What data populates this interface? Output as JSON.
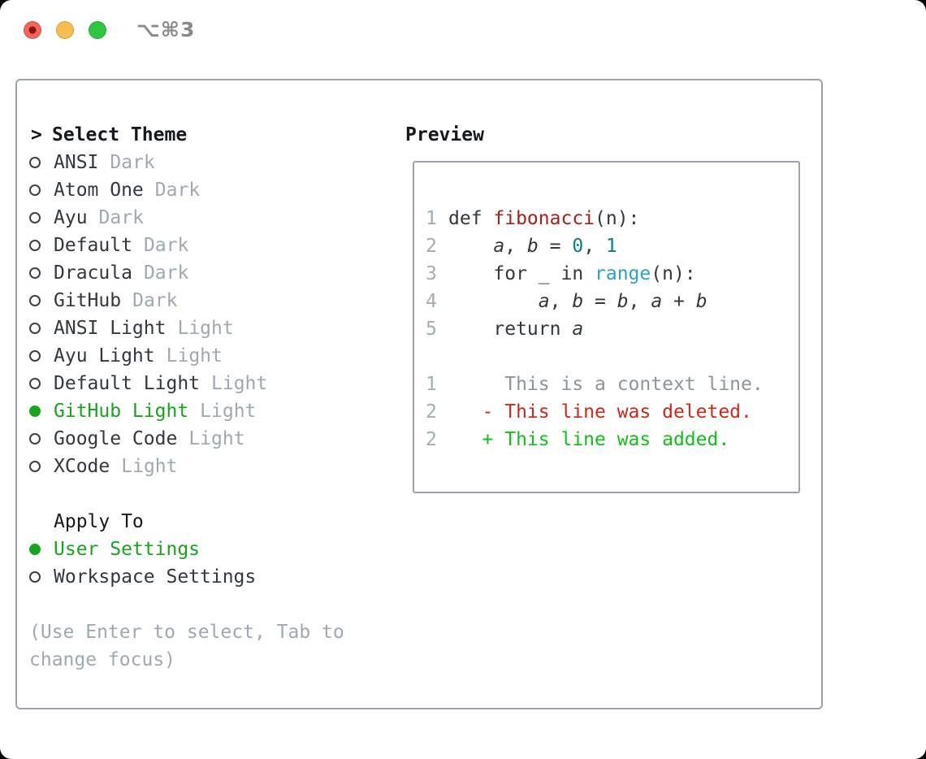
{
  "window": {
    "title": "⌥⌘3"
  },
  "theme_panel": {
    "header_prefix": ">",
    "header": "Select Theme",
    "items": [
      {
        "name": "ANSI",
        "variant": "Dark",
        "selected": false
      },
      {
        "name": "Atom One",
        "variant": "Dark",
        "selected": false
      },
      {
        "name": "Ayu",
        "variant": "Dark",
        "selected": false
      },
      {
        "name": "Default",
        "variant": "Dark",
        "selected": false
      },
      {
        "name": "Dracula",
        "variant": "Dark",
        "selected": false
      },
      {
        "name": "GitHub",
        "variant": "Dark",
        "selected": false
      },
      {
        "name": "ANSI Light",
        "variant": "Light",
        "selected": false
      },
      {
        "name": "Ayu Light",
        "variant": "Light",
        "selected": false
      },
      {
        "name": "Default Light",
        "variant": "Light",
        "selected": false
      },
      {
        "name": "GitHub Light",
        "variant": "Light",
        "selected": true
      },
      {
        "name": "Google Code",
        "variant": "Light",
        "selected": false
      },
      {
        "name": "XCode",
        "variant": "Light",
        "selected": false
      }
    ],
    "apply_to": {
      "header": "Apply To",
      "options": [
        {
          "label": "User Settings",
          "selected": true
        },
        {
          "label": "Workspace Settings",
          "selected": false
        }
      ]
    },
    "hint_line1": "(Use Enter to select, Tab to",
    "hint_line2": "change focus)"
  },
  "preview": {
    "header": "Preview",
    "code_lines": [
      {
        "num": "1",
        "tokens": [
          {
            "t": "def ",
            "c": "code"
          },
          {
            "t": "fibonacci",
            "c": "func"
          },
          {
            "t": "(n):",
            "c": "code"
          }
        ]
      },
      {
        "num": "2",
        "tokens": [
          {
            "t": "    ",
            "c": "code"
          },
          {
            "t": "a",
            "c": "var"
          },
          {
            "t": ", ",
            "c": "code"
          },
          {
            "t": "b",
            "c": "var"
          },
          {
            "t": " = ",
            "c": "code"
          },
          {
            "t": "0",
            "c": "num"
          },
          {
            "t": ", ",
            "c": "code"
          },
          {
            "t": "1",
            "c": "num"
          }
        ]
      },
      {
        "num": "3",
        "tokens": [
          {
            "t": "    for _ in ",
            "c": "code"
          },
          {
            "t": "range",
            "c": "builtin"
          },
          {
            "t": "(n):",
            "c": "code"
          }
        ]
      },
      {
        "num": "4",
        "tokens": [
          {
            "t": "        ",
            "c": "code"
          },
          {
            "t": "a",
            "c": "var"
          },
          {
            "t": ", ",
            "c": "code"
          },
          {
            "t": "b",
            "c": "var"
          },
          {
            "t": " = ",
            "c": "code"
          },
          {
            "t": "b",
            "c": "var"
          },
          {
            "t": ", ",
            "c": "code"
          },
          {
            "t": "a",
            "c": "var"
          },
          {
            "t": " + ",
            "c": "code"
          },
          {
            "t": "b",
            "c": "var"
          }
        ]
      },
      {
        "num": "5",
        "tokens": [
          {
            "t": "    return ",
            "c": "code"
          },
          {
            "t": "a",
            "c": "var"
          }
        ]
      },
      {
        "num": "",
        "tokens": []
      },
      {
        "num": "1",
        "tokens": [
          {
            "t": "     This is a context line.",
            "c": "context"
          }
        ]
      },
      {
        "num": "2",
        "tokens": [
          {
            "t": "   - This line was deleted.",
            "c": "deleted"
          }
        ]
      },
      {
        "num": "2",
        "tokens": [
          {
            "t": "   + This line was added.",
            "c": "added"
          }
        ]
      }
    ]
  },
  "colors": {
    "window-bg": "#ffffff",
    "backdrop": "#000000",
    "panel-border": "#9aa3ae",
    "text-primary": "#15191d",
    "text-body": "#32383f",
    "text-dim": "#9fa9b3",
    "selected-green": "#16a51c",
    "added-green": "#10c017",
    "deleted-red": "#cb2a1a",
    "func-red": "#a72118",
    "number-teal": "#0d7e80",
    "builtin-blue": "#2ea0c8",
    "line-number": "#a2adb8",
    "context-gray": "#8d959d",
    "titlebar-text": "#8a8a8a",
    "traffic-red": "#f2655b",
    "traffic-red-dot": "#8c1309",
    "traffic-yellow": "#f6bd4f",
    "traffic-green": "#2fc643"
  }
}
